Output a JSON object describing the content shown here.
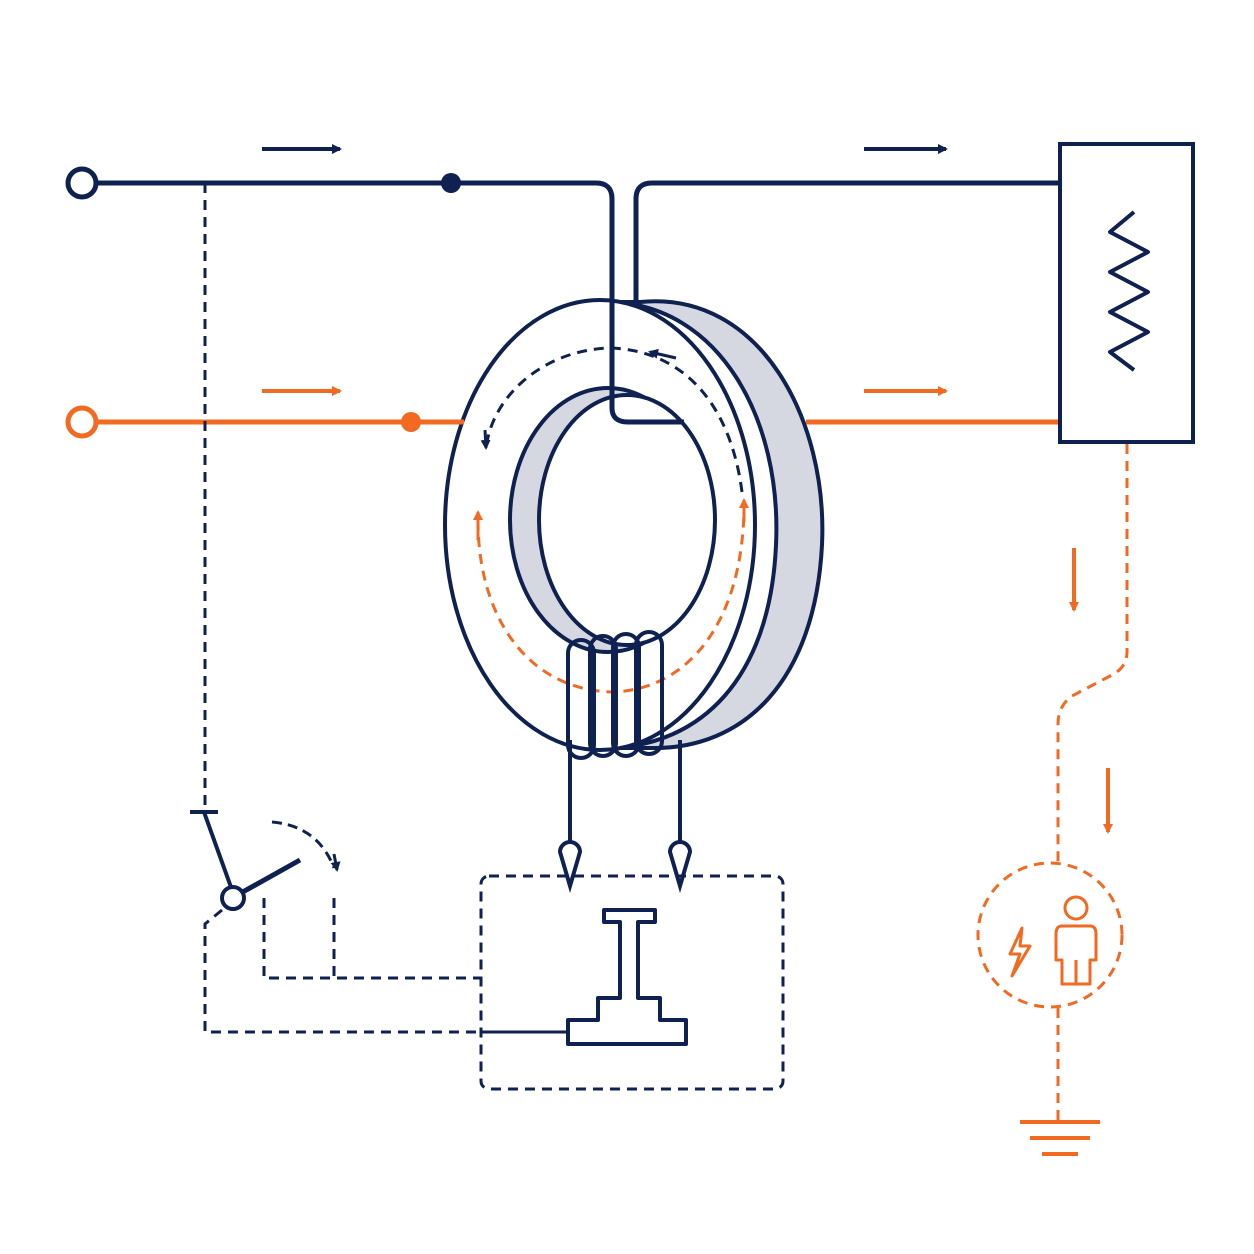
{
  "diagram": {
    "description_visible_text": [],
    "colors": {
      "navy": "#0f2150",
      "orange": "#f26a21",
      "core_fill": "#ffffff",
      "core_side": "#d6d8e1",
      "background": "#ffffff"
    },
    "elements": {
      "supply_terminals": [
        "line-terminal",
        "neutral-terminal"
      ],
      "load": "resistor-load",
      "sensor": "toroidal-core-with-secondary-winding",
      "trip_unit": "relay-solenoid",
      "breaker": "trip-switch",
      "fault_path": [
        "person-shock-hazard",
        "ground-symbol"
      ]
    },
    "icons": [
      "lightning-icon",
      "person-icon",
      "ground-icon",
      "flow-arrow-icon"
    ]
  }
}
